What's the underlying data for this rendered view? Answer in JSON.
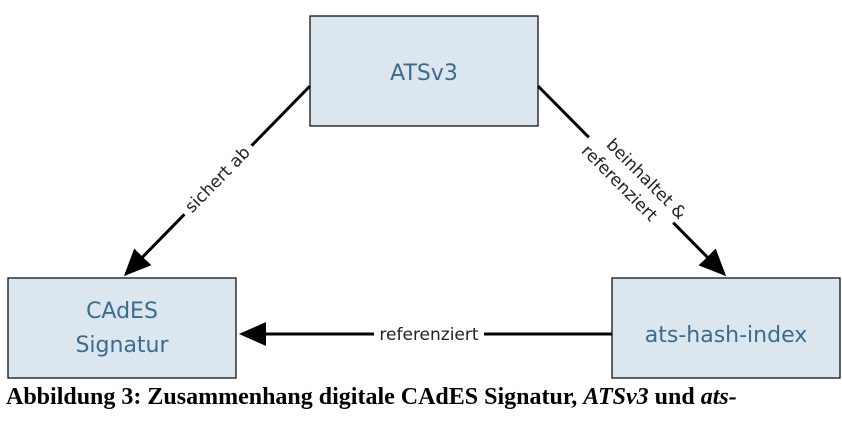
{
  "nodes": {
    "atsv3": {
      "label": "ATSv3"
    },
    "cades": {
      "line1": "CAdES",
      "line2": "Signatur"
    },
    "hash_index": {
      "label": "ats-hash-index"
    }
  },
  "edges": {
    "secures": {
      "label": "sichert ab"
    },
    "contains": {
      "line1": "beinhaltet &",
      "line2": "referenziert"
    },
    "references": {
      "label": "referenziert"
    }
  },
  "caption": {
    "prefix": "Abbildung 3: Zusammenhang digitale CAdES Signatur, ",
    "em1": "ATSv3",
    "middle": " und ",
    "em2": "ats-"
  },
  "colors": {
    "node_fill": "#dce6ef",
    "node_text": "#3a6c8e",
    "edge": "#000000"
  }
}
